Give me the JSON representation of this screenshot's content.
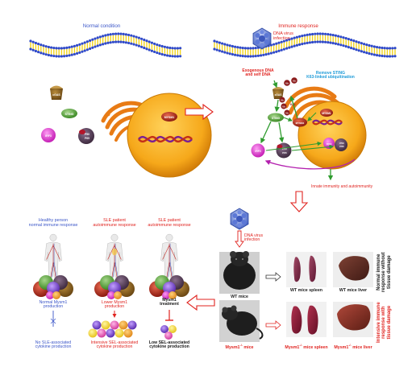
{
  "top_left": {
    "title": "Normal condition"
  },
  "top_right": {
    "title": "Immune response",
    "virus_label": "DNA virus\ninfection"
  },
  "proteins": {
    "cgas": "cGAS",
    "sting": "STING",
    "irf3": "IRF3",
    "p65": "P50\nP65",
    "myosin": "MYSM1",
    "usp": "MYSM1",
    "ub": "Ub",
    "k63": "K63"
  },
  "pathway": {
    "exo": "Exogenous DNA\nand self DNA",
    "remove": "Remove STING\nK63-linked ubiquitination",
    "innate": "Innate immunity and autoimmunity"
  },
  "mice": {
    "virus_label": "DNA virus\ninfection",
    "wt_mice": "WT mice",
    "wt_spleen": "WT mice spleen",
    "wt_liver": "WT mice liver",
    "ko_mice": "Mysm1",
    "ko_mice_suffix": " mice",
    "ko_spleen": "Mysm1",
    "ko_spleen_suffix": " mice spleen",
    "ko_liver": "Mysm1",
    "ko_liver_suffix": " mice liver",
    "ko_sup": "-/-",
    "normal_side": "Normal immune\nresponse without\ntissue damage",
    "intensive_side": "Intensive immune\nresponse with\ntissue damage"
  },
  "bottom_left": {
    "col1_title": "Healthy person\nnormal immune response",
    "col2_title": "SLE patient\nautoimmune response",
    "col3_title": "SLE patient\nautoimmune response",
    "col1_mid": "Normal Mysm1\nproduction",
    "col2_mid": "Lower Mysm1\nproduction",
    "col3_mid": "Mysm1\ntreatment",
    "col1_bottom": "No SLE-associated\ncytokine production",
    "col2_bottom": "Intensive SEL-associated\ncytokine production",
    "col3_bottom": "Low SEL-associated\ncytokine production"
  },
  "colors": {
    "blue_text": "#3a55c8",
    "red_text": "#e0231f",
    "membrane_blue": "#2f49c9",
    "membrane_yellow": "#f1d21b",
    "nucleus": "#f4b21c"
  }
}
